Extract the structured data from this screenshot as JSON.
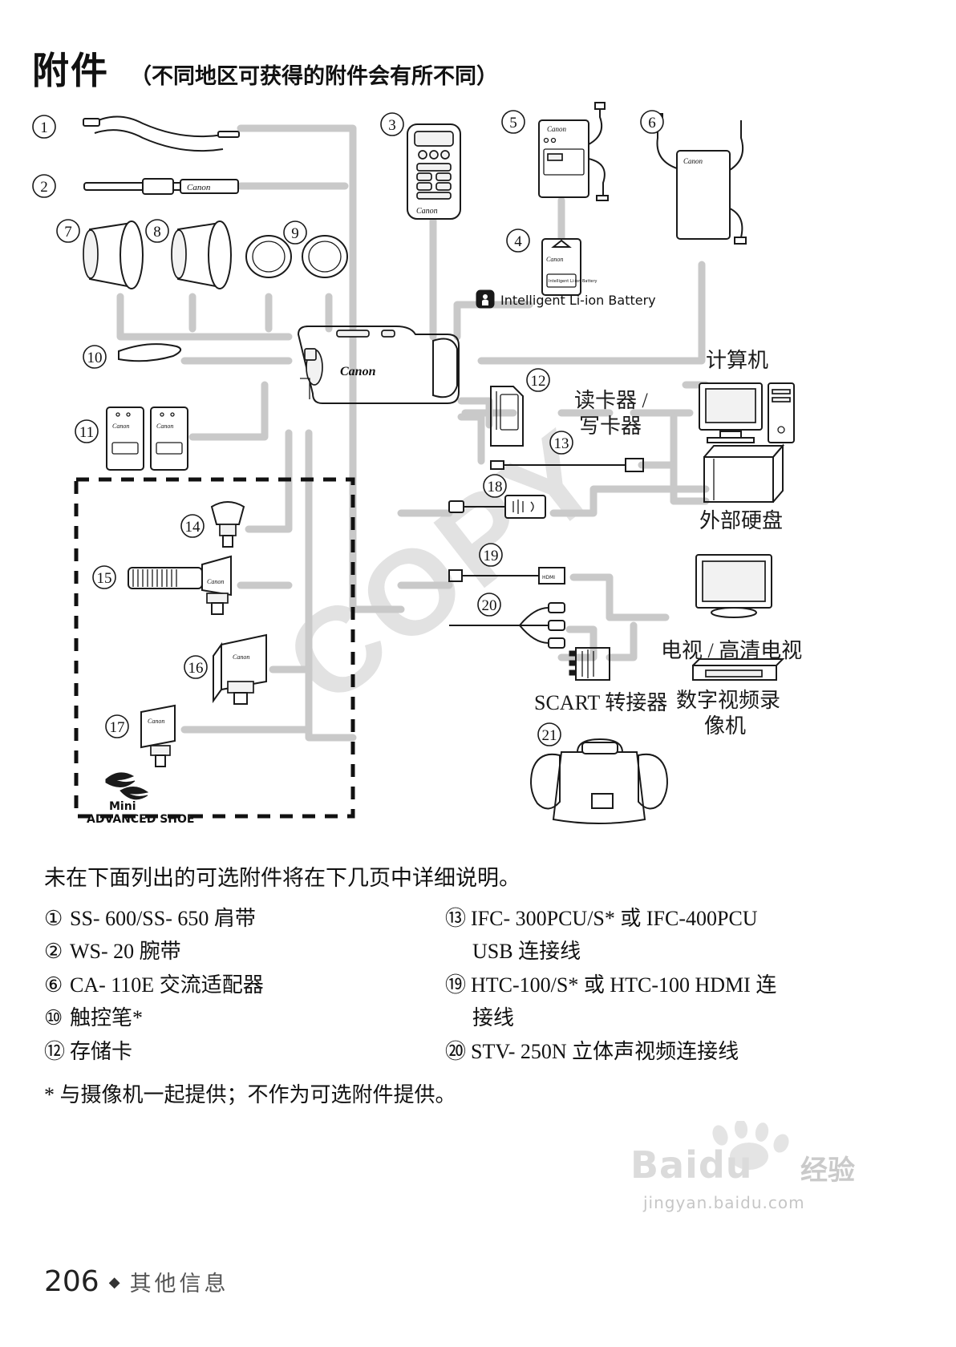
{
  "title": {
    "main": "附件",
    "sub": "（不同地区可获得的附件会有所不同）"
  },
  "diagram": {
    "battery_caption": "Intelligent Li-ion Battery",
    "device_labels": {
      "card_reader": "读卡器 /",
      "card_reader2": "写卡器",
      "computer": "计算机",
      "external_hdd": "外部硬盘",
      "tv_hdtv": "电视 / 高清电视",
      "dvr": "数字视频录",
      "dvr2": "像机",
      "scart": "SCART 转接器"
    },
    "shoe_label_1": "Mini",
    "shoe_label_2": "ADVANCED SHOE",
    "brand": "Canon",
    "callouts": [
      "1",
      "2",
      "3",
      "4",
      "5",
      "6",
      "7",
      "8",
      "9",
      "10",
      "11",
      "12",
      "13",
      "14",
      "15",
      "16",
      "17",
      "18",
      "19",
      "20",
      "21"
    ]
  },
  "notes": {
    "heading": "未在下面列出的可选附件将在下几页中详细说明。",
    "left_items": [
      {
        "num": "①",
        "text": "SS- 600/SS- 650 肩带"
      },
      {
        "num": "②",
        "text": "WS- 20 腕带"
      },
      {
        "num": "⑥",
        "text": "CA- 110E 交流适配器"
      },
      {
        "num": "⑩",
        "text": "触控笔*"
      },
      {
        "num": "⑫",
        "text": "存储卡"
      }
    ],
    "right_items": [
      {
        "num": "⑬",
        "text": "IFC- 300PCU/S* 或 IFC-400PCU",
        "cont": "USB 连接线"
      },
      {
        "num": "⑲",
        "text": "HTC-100/S* 或 HTC-100 HDMI 连",
        "cont": "接线"
      },
      {
        "num": "⑳",
        "text": "STV- 250N 立体声视频连接线",
        "cont": ""
      }
    ],
    "footnote": "* 与摄像机一起提供；不作为可选附件提供。"
  },
  "footer": {
    "page_number": "206",
    "diamond": "◆",
    "section": "其他信息"
  },
  "watermark": {
    "text": "COPY"
  },
  "baidu": {
    "brand": "Baidu",
    "cn": "经验",
    "url": "jingyan.baidu.com"
  },
  "colors": {
    "ink": "#1a1a1a",
    "connector": "#c9c9c9",
    "watermark": "#e2e2e2",
    "badge": "#cfcfcf"
  }
}
